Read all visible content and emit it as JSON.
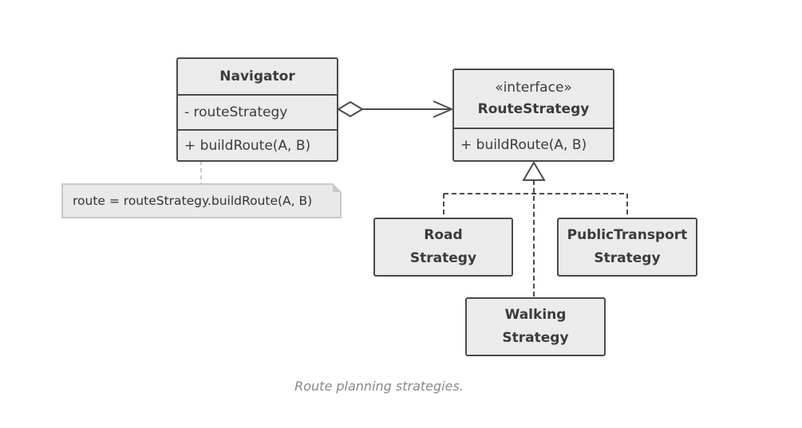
{
  "navigator": {
    "name": "Navigator",
    "field": "- routeStrategy",
    "method": "+ buildRoute(A, B)"
  },
  "route_strategy": {
    "stereotype": "«interface»",
    "name": "RouteStrategy",
    "method": "+ buildRoute(A, B)"
  },
  "note": {
    "text": "route = routeStrategy.buildRoute(A, B)"
  },
  "strategies": {
    "road": {
      "line1": "Road",
      "line2": "Strategy"
    },
    "public_transport": {
      "line1": "PublicTransport",
      "line2": "Strategy"
    },
    "walking": {
      "line1": "Walking",
      "line2": "Strategy"
    }
  },
  "caption": "Route planning strategies.",
  "colors": {
    "box_fill": "#ebebeb",
    "box_border": "#4a4a4a",
    "note_fill": "#e9e9e9",
    "note_border": "#c9c9c9",
    "caption": "#888888"
  }
}
